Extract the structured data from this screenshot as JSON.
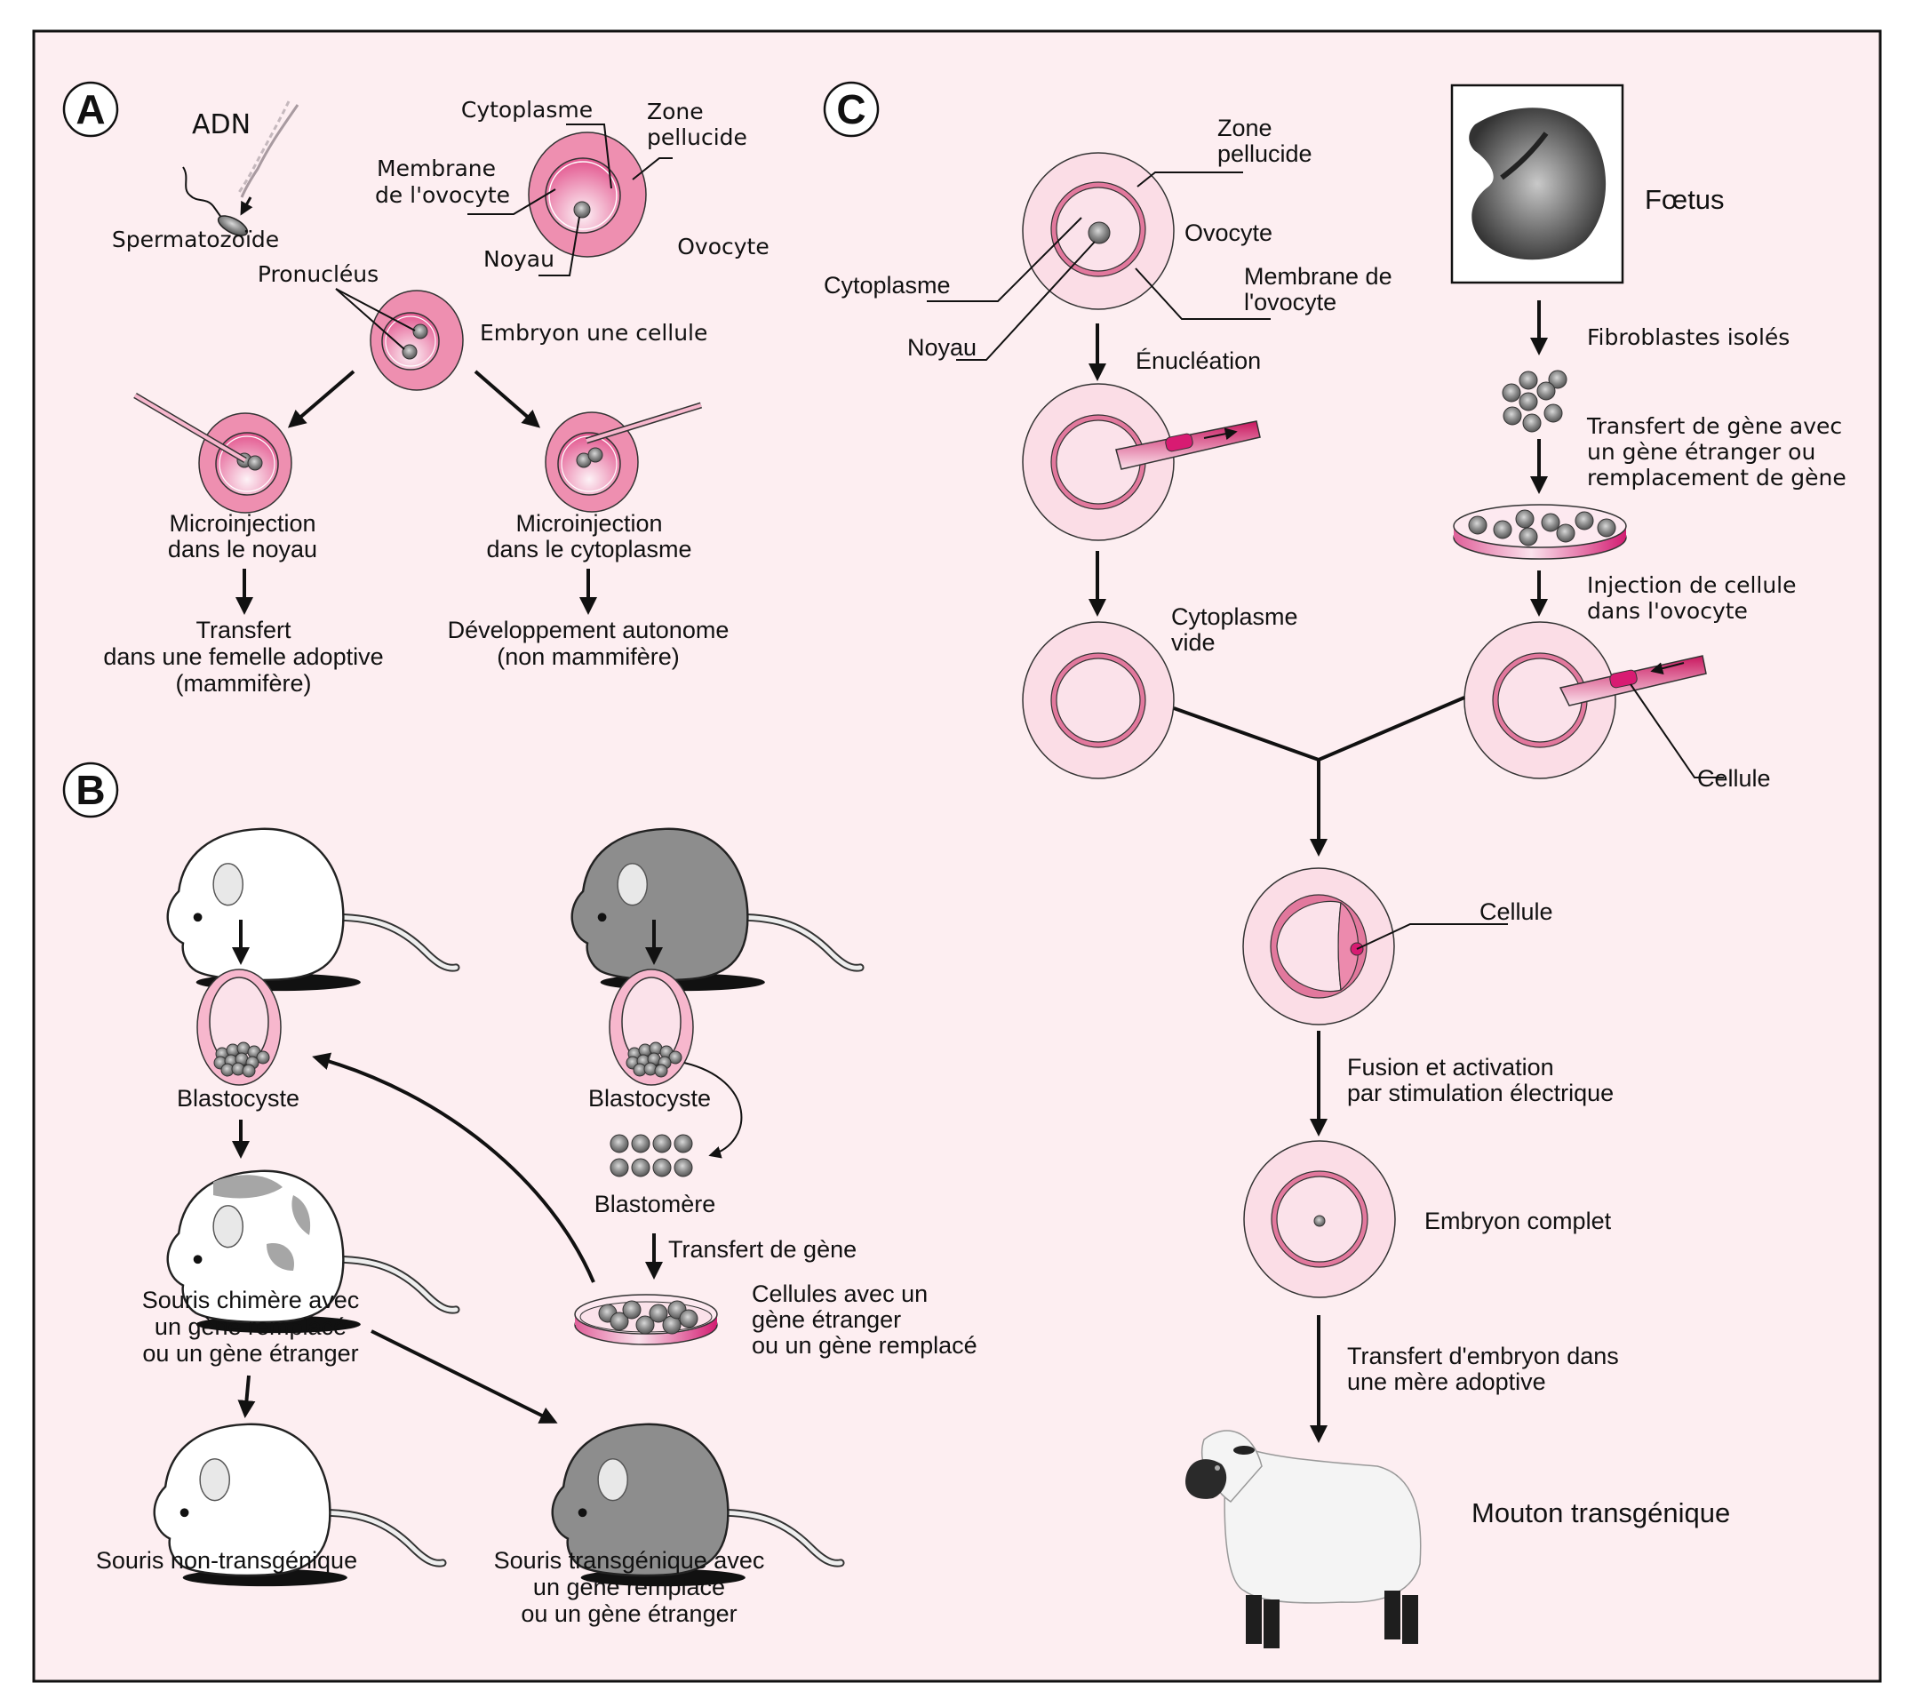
{
  "colors": {
    "background": "#fdeef1",
    "frame": "#111111",
    "zone_pellucide_A": "#ee8fb0",
    "cytoplasm_A": "#f7c2d4",
    "zone_pellucide_C": "#fbdde6",
    "membrane_C": "#e2789d",
    "cell_magenta": "#d81b72",
    "nucleus_gray": "#8a8a8a"
  },
  "panel_a": {
    "badge": "A",
    "adn": "ADN",
    "spermatozoide": "Spermatozoïde",
    "cytoplasme": "Cytoplasme",
    "zone_pellucide": [
      "Zone",
      "pellucide"
    ],
    "membrane": [
      "Membrane",
      "de l'ovocyte"
    ],
    "noyau": "Noyau",
    "ovocyte": "Ovocyte",
    "pronucleus": "Pronucléus",
    "embryon_une_cellule": "Embryon une cellule",
    "micro_noyau": [
      "Microinjection",
      "dans le noyau"
    ],
    "micro_cytoplasme": [
      "Microinjection",
      "dans le cytoplasme"
    ],
    "transfert": [
      "Transfert",
      "dans une femelle adoptive",
      "(mammifère)"
    ],
    "developpement": [
      "Développement autonome",
      "(non mammifère)"
    ]
  },
  "panel_b": {
    "badge": "B",
    "blastocyste_left": "Blastocyste",
    "blastocyste_right": "Blastocyste",
    "blastomere": "Blastomère",
    "transfert_gene": "Transfert de gène",
    "cellules": [
      "Cellules avec un",
      "gène étranger",
      "ou un gène remplacé"
    ],
    "chimere": [
      "Souris chimère avec",
      "un gène remplacé",
      "ou un gène étranger"
    ],
    "non_transgenique": "Souris non-transgénique",
    "transgenique": [
      "Souris transgénique avec",
      "un gène remplacé",
      "ou un gène étranger"
    ]
  },
  "panel_c": {
    "badge": "C",
    "zone_pellucide": [
      "Zone",
      "pellucide"
    ],
    "ovocyte": "Ovocyte",
    "cytoplasme": "Cytoplasme",
    "membrane": [
      "Membrane de",
      "l'ovocyte"
    ],
    "noyau": "Noyau",
    "enucleation": "Énucléation",
    "cytoplasme_vide": [
      "Cytoplasme",
      "vide"
    ],
    "foetus": "Fœtus",
    "fibroblastes": "Fibroblastes isolés",
    "transfert_gene": [
      "Transfert de gène avec",
      "un gène étranger ou",
      "remplacement de gène"
    ],
    "injection": [
      "Injection de cellule",
      "dans l'ovocyte"
    ],
    "cellule_inject": "Cellule",
    "cellule_fused": "Cellule",
    "fusion": [
      "Fusion et activation",
      "par stimulation électrique"
    ],
    "embryon_complet": "Embryon complet",
    "transfert_embryon": [
      "Transfert d'embryon dans",
      "une mère adoptive"
    ],
    "mouton": "Mouton transgénique"
  }
}
